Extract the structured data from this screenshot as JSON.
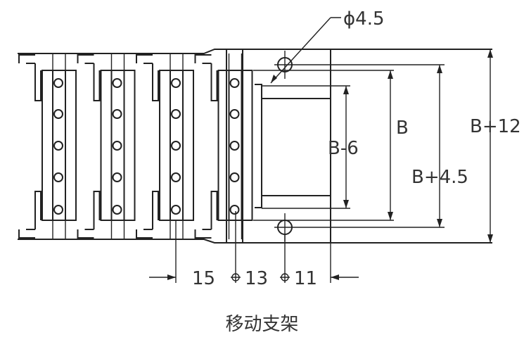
{
  "labels": {
    "hole_diameter": "ϕ4.5",
    "b_minus_6": "B-6",
    "b": "B",
    "b_plus_4_5": "B+4.5",
    "b_plus_12": "B+12",
    "dim_15": "15",
    "dim_13": "13",
    "dim_11": "11"
  },
  "caption": "移动支架",
  "colors": {
    "line": "#222222",
    "text": "#333333"
  }
}
